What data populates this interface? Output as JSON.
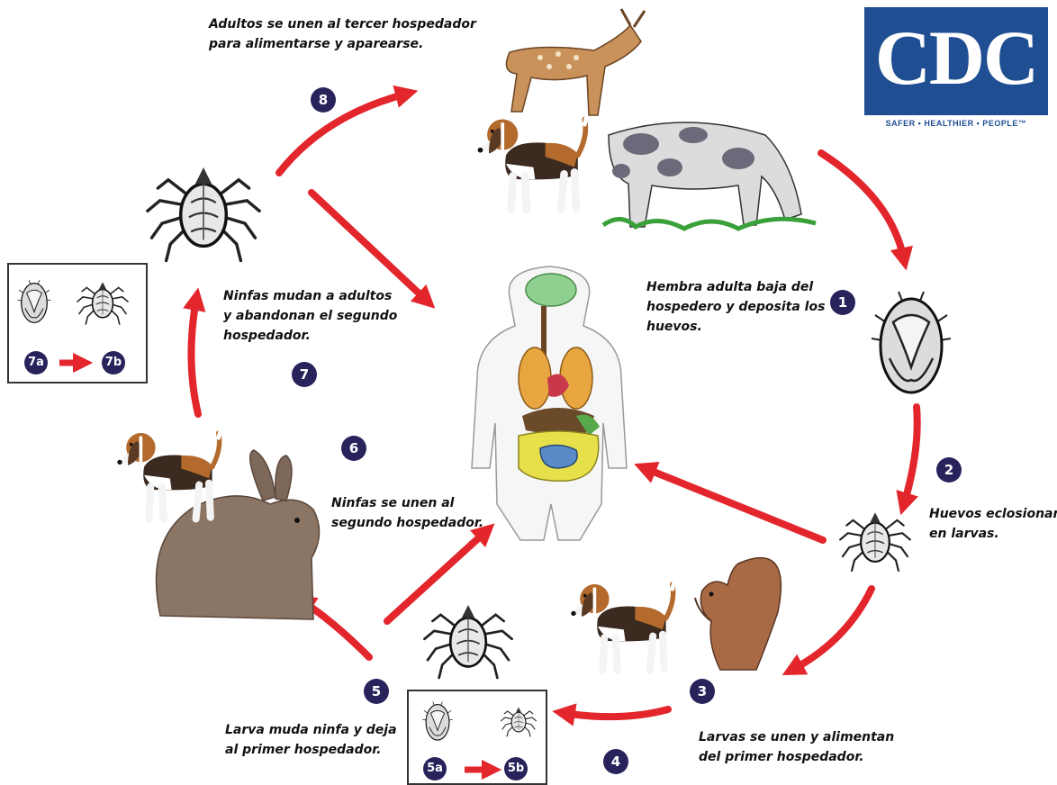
{
  "logo": {
    "text": "CDC",
    "tagline": "SAFER • HEALTHIER • PEOPLE™",
    "color": "#1f4e93"
  },
  "colors": {
    "arrow": "#e3262c",
    "badge": "#29235c"
  },
  "steps": [
    {
      "num": "1",
      "caption": "Hembra adulta baja del\nhospedero y deposita los\nhuevos."
    },
    {
      "num": "2",
      "caption": "Huevos eclosionan\nen larvas."
    },
    {
      "num": "3",
      "caption": "Larvas se unen y alimentan\ndel primer hospedador."
    },
    {
      "num": "4",
      "caption": ""
    },
    {
      "num": "5",
      "caption": "Larva muda ninfa y deja\nal primer hospedador."
    },
    {
      "num": "6",
      "caption": "Ninfas se unen al\nsegundo hospedador."
    },
    {
      "num": "7",
      "caption": "Ninfas mudan a adultos\ny abandonan el segundo\nhospedador."
    },
    {
      "num": "8",
      "caption": "Adultos se unen al tercer hospedador\npara alimentarse y aparearse."
    }
  ],
  "insets": {
    "a5": "5a",
    "b5": "5b",
    "a7": "7a",
    "b7": "7b"
  },
  "icons": {
    "tick": "tick-icon",
    "engorged_tick": "engorged-tick-icon",
    "deer": "deer-icon",
    "cow": "cow-icon",
    "dog": "dog-icon",
    "squirrel": "squirrel-icon",
    "rabbit": "rabbit-icon",
    "human": "human-anatomy-icon"
  }
}
